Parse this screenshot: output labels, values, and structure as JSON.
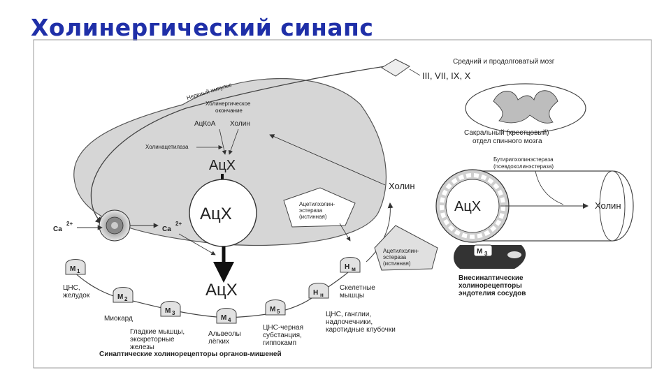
{
  "title": "Холинергический синапс",
  "labels": {
    "impulse": "Нервный импульс",
    "brain": "Средний и продолговатый мозг",
    "nerves": "III, VII, IX, X",
    "sacral_1": "Сакральный (крестцовый)",
    "sacral_2": "отдел спинного мозга",
    "ending_1": "Холинергическое",
    "ending_2": "окончание",
    "acetylcoa": "АцКоА",
    "choline_top": "Холин",
    "acetylase": "Холинацетилаза",
    "ach_top": "АцХ",
    "ach_vesicle": "АцХ",
    "ach_cleft": "АцХ",
    "ach_vessel": "АцХ",
    "ca_out": "Ca",
    "ca_in": "Ca",
    "ca_charge": "2+",
    "choline_mid": "Холин",
    "choline_right": "Холин",
    "ache1_1": "Ацетилхолин-",
    "ache1_2": "эстераза",
    "ache1_3": "(истинная)",
    "ache2_1": "Ацетилхолин-",
    "ache2_2": "эстераза",
    "ache2_3": "(истинная)",
    "butyr_1": "Бутирилхолинэстераза",
    "butyr_2": "(псевдохолинэстераза)",
    "m3_vessel": "М",
    "m3_vessel_sub": "3",
    "extra_1": "Внесинаптические",
    "extra_2": "холинорецепторы",
    "extra_3": "эндотелия сосудов",
    "synaptic": "Синаптические холинорецепторы органов-мишеней"
  },
  "receptors": [
    {
      "label": "М",
      "sub": "1",
      "desc": [
        "ЦНС,",
        "желудок"
      ]
    },
    {
      "label": "М",
      "sub": "2",
      "desc": [
        "Миокард"
      ]
    },
    {
      "label": "М",
      "sub": "3",
      "desc": [
        "Гладкие мышцы,",
        "экскреторные",
        "железы"
      ]
    },
    {
      "label": "М",
      "sub": "4",
      "desc": [
        "Альвеолы",
        "лёгких"
      ]
    },
    {
      "label": "М",
      "sub": "5",
      "desc": [
        "ЦНС-черная",
        "субстанция,",
        "гиппокамп"
      ]
    },
    {
      "label": "Н",
      "sub": "н",
      "desc": [
        "ЦНС, ганглии,",
        "надпочечники,",
        "каротидные клубочки"
      ]
    },
    {
      "label": "Н",
      "sub": "м",
      "desc": [
        "Скелетные",
        "мышцы"
      ]
    }
  ]
}
